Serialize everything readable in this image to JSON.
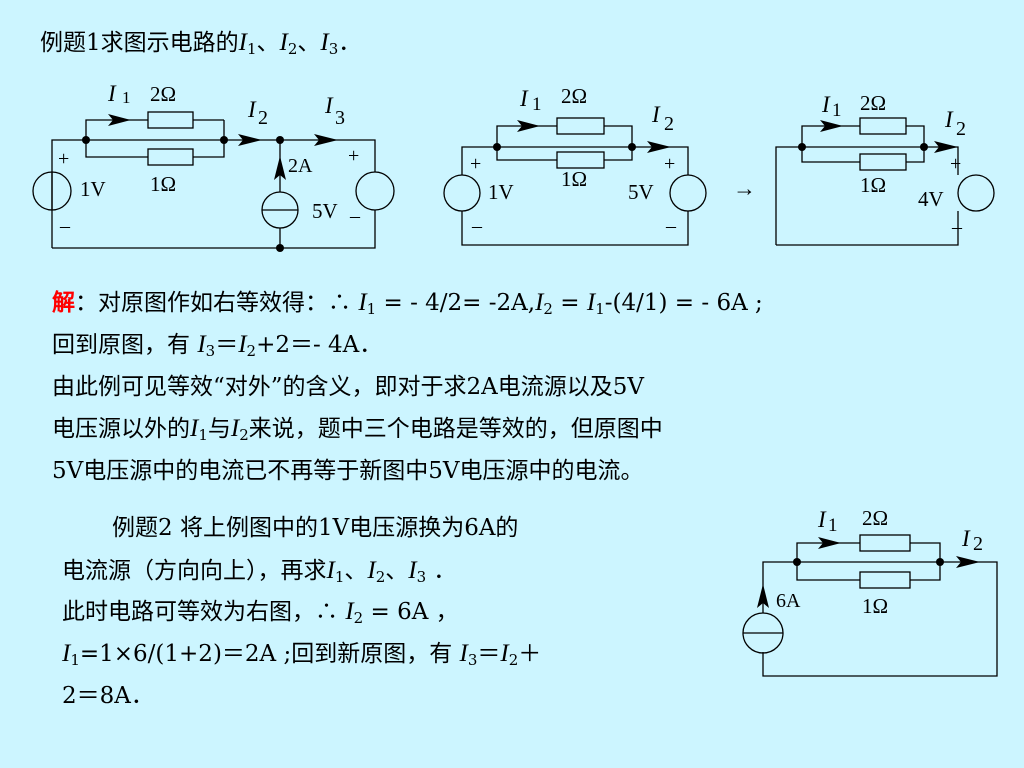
{
  "example1": {
    "title_prefix": "例题1求图示电路的",
    "i1": "I",
    "i1_sub": "1",
    "sep1": "、",
    "i2": "I",
    "i2_sub": "2",
    "sep2": "、",
    "i3": "I",
    "i3_sub": "3",
    "title_suffix": "．"
  },
  "circuits": {
    "c1": {
      "I1": "I",
      "I1s": "1",
      "R1": "2Ω",
      "R2": "1Ω",
      "I2": "I",
      "I2s": "2",
      "I3": "I",
      "I3s": "3",
      "Is": "2A",
      "Vs1": "1V",
      "Vs2": "5V",
      "plus": "+",
      "minus": "–"
    },
    "c2": {
      "I1": "I",
      "I1s": "1",
      "R1": "2Ω",
      "R2": "1Ω",
      "I2": "I",
      "I2s": "2",
      "Vs1": "1V",
      "Vs2": "5V",
      "plus": "+",
      "minus": "–"
    },
    "arrow": "→",
    "c3": {
      "I1": "I",
      "I1s": "1",
      "R1": "2Ω",
      "R2": "1Ω",
      "I2": "I",
      "I2s": "2",
      "Vs": "4V",
      "plus": "+",
      "minus": "–"
    },
    "c4": {
      "I1": "I",
      "I1s": "1",
      "R1": "2Ω",
      "R2": "1Ω",
      "I2": "I",
      "I2s": "2",
      "Is": "6A"
    }
  },
  "solution": {
    "label": "解",
    "line1_a": "：对原图作如右等效得：∴ ",
    "line1_b": " = - 4/2= -2A,",
    "line1_c": " = ",
    "line1_d": "-(4/1) = - 6A ;",
    "line2_a": "回到原图，有 ",
    "line2_b": "＝",
    "line2_c": "+2＝- 4A．",
    "line3": "由此例可见等效“对外”的含义，即对于求2A电流源以及5V",
    "line4_a": "电压源以外的",
    "line4_b": "与",
    "line4_c": "来说，题中三个电路是等效的，但原图中",
    "line5": "5V电压源中的电流已不再等于新图中5V电压源中的电流。"
  },
  "example2": {
    "line1": "例题2 将上例图中的1V电压源换为6A的",
    "line2_a": "电流源（方向向上），再求",
    "line2_b": "、",
    "line2_c": "、",
    "line2_d": " ．",
    "line3_a": "此时电路可等效为右图，∴ ",
    "line3_b": " = 6A ，",
    "line4_a": "=1×6/(1+2)＝2A ;回到新原图，有 ",
    "line4_b": "＝",
    "line4_c": "＋",
    "line5": "2＝8A．"
  },
  "sym": {
    "I": "I",
    "s1": "1",
    "s2": "2",
    "s3": "3"
  }
}
